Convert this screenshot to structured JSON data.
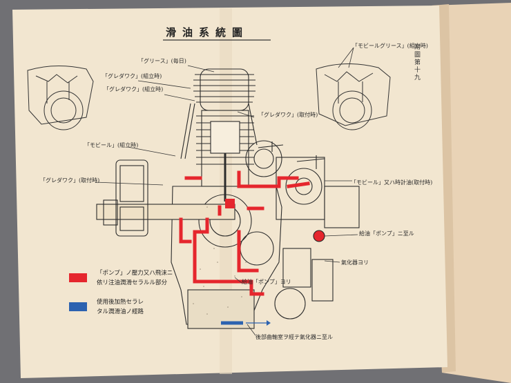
{
  "title": "滑油系統圖",
  "side_caption": "附圖第十九",
  "labels": {
    "grease_daily": "「グリース」(毎日)",
    "greddock_assembly1": "「グレダワク」(組立時)",
    "greddock_assembly2": "「グレダワク」(組立時)",
    "greddock_install1": "「グレダワク」(取付時)",
    "mobil_assembly": "「モビール」(組立時)",
    "greddock_install2": "「グレダワク」(取付時)",
    "mobil_grease_assembly": "「モビールグリース」(組立時)",
    "mobil_or_meter": "「モビール」又ハ時計油(取付時)",
    "oil_pump_to": "給油「ポンプ」ニ至ル",
    "carburetor_from": "氣化器ヨリ",
    "oil_pump_from": "給油「ポンプ」ヨリ",
    "to_rear": "後部曲軸室ヲ經テ氣化器ニ至ル"
  },
  "legend": {
    "red_line1": "「ポンプ」ノ壓力又ハ飛沫ニ",
    "red_line2": "依リ注油潤滑セラルル部分",
    "blue_line1": "使用後加熱セラレ",
    "blue_line2": "タル潤滑油ノ經路"
  },
  "colors": {
    "red": "#e5262d",
    "blue": "#2c62b0",
    "paper": "#f2e6d0"
  }
}
